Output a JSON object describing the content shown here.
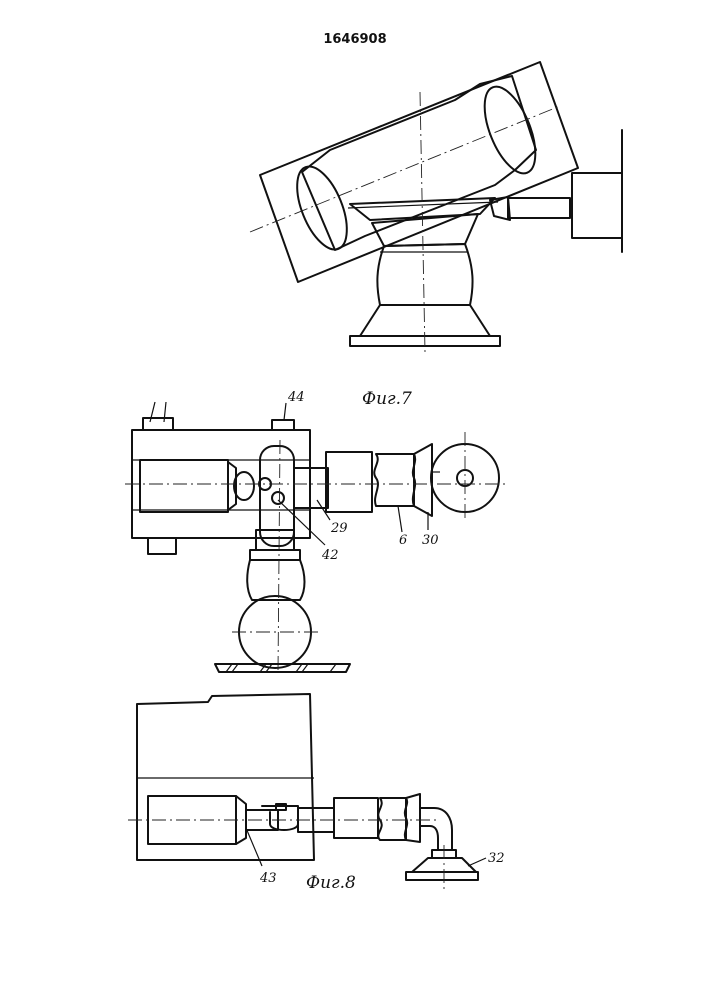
{
  "document": {
    "number": "1646908"
  },
  "figures": [
    {
      "id": "fig7",
      "caption": "Фиг.7"
    },
    {
      "id": "fig8",
      "caption": "Фиг.8"
    }
  ],
  "labels": {
    "l44": "44",
    "l29": "29",
    "l42": "42",
    "l6": "6",
    "l30": "30",
    "l43": "43",
    "l32": "32"
  }
}
